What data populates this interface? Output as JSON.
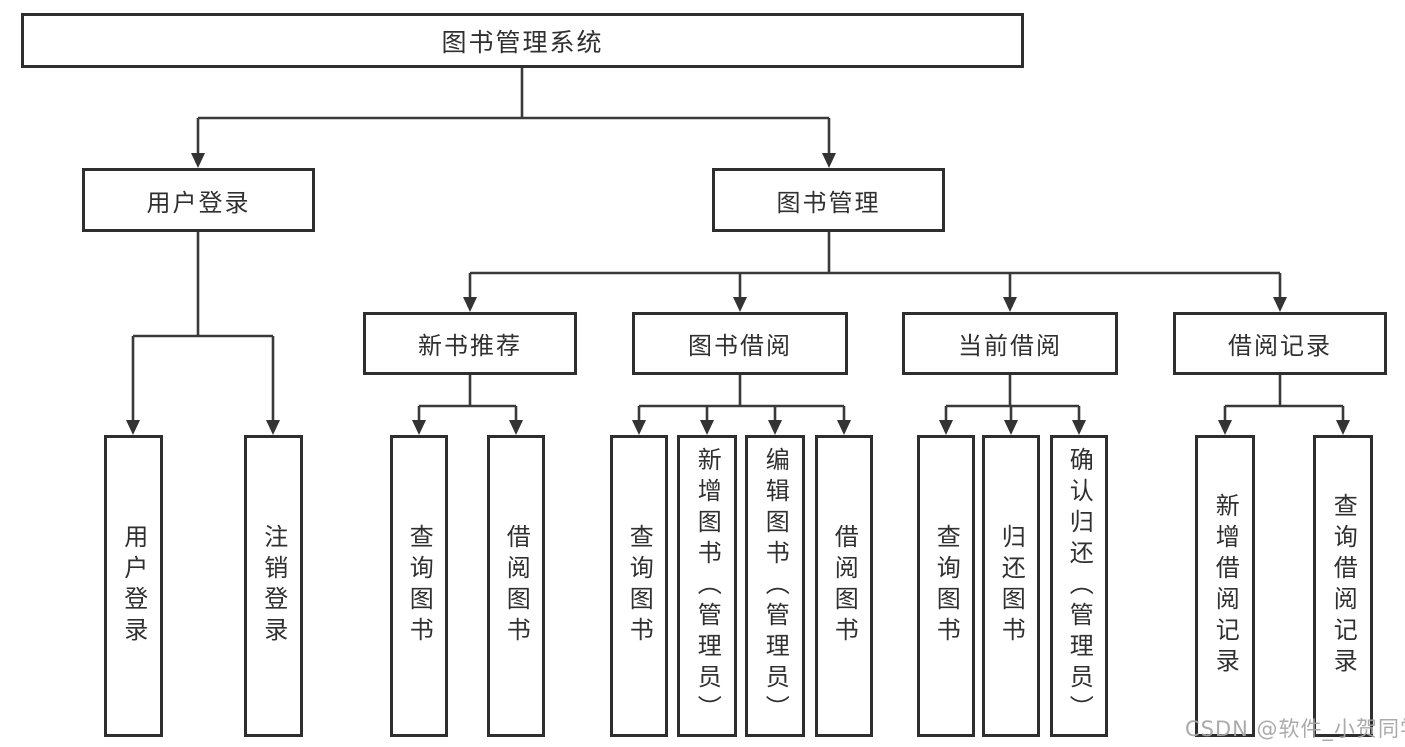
{
  "diagram": {
    "root": {
      "label": "图书管理系统"
    },
    "branches": [
      {
        "label": "用户登录",
        "children": [
          {
            "label": "用户登录"
          },
          {
            "label": "注销登录"
          }
        ]
      },
      {
        "label": "图书管理",
        "children": [
          {
            "label": "新书推荐",
            "children": [
              {
                "label": "查询图书"
              },
              {
                "label": "借阅图书"
              }
            ]
          },
          {
            "label": "图书借阅",
            "children": [
              {
                "label": "查询图书"
              },
              {
                "label": "新增图书（管理员）"
              },
              {
                "label": "编辑图书（管理员）"
              },
              {
                "label": "借阅图书"
              }
            ]
          },
          {
            "label": "当前借阅",
            "children": [
              {
                "label": "查询图书"
              },
              {
                "label": "归还图书"
              },
              {
                "label": "确认归还（管理员）"
              }
            ]
          },
          {
            "label": "借阅记录",
            "children": [
              {
                "label": "新增借阅记录"
              },
              {
                "label": "查询借阅记录"
              }
            ]
          }
        ]
      }
    ]
  },
  "watermark": {
    "text": "CSDN @软件_小贺同学"
  },
  "colors": {
    "line": "#3a3a3a",
    "box_border": "#2e2e2e",
    "box_fill": "#ffffff",
    "text": "#303030",
    "watermark": "#a6a6a6"
  }
}
